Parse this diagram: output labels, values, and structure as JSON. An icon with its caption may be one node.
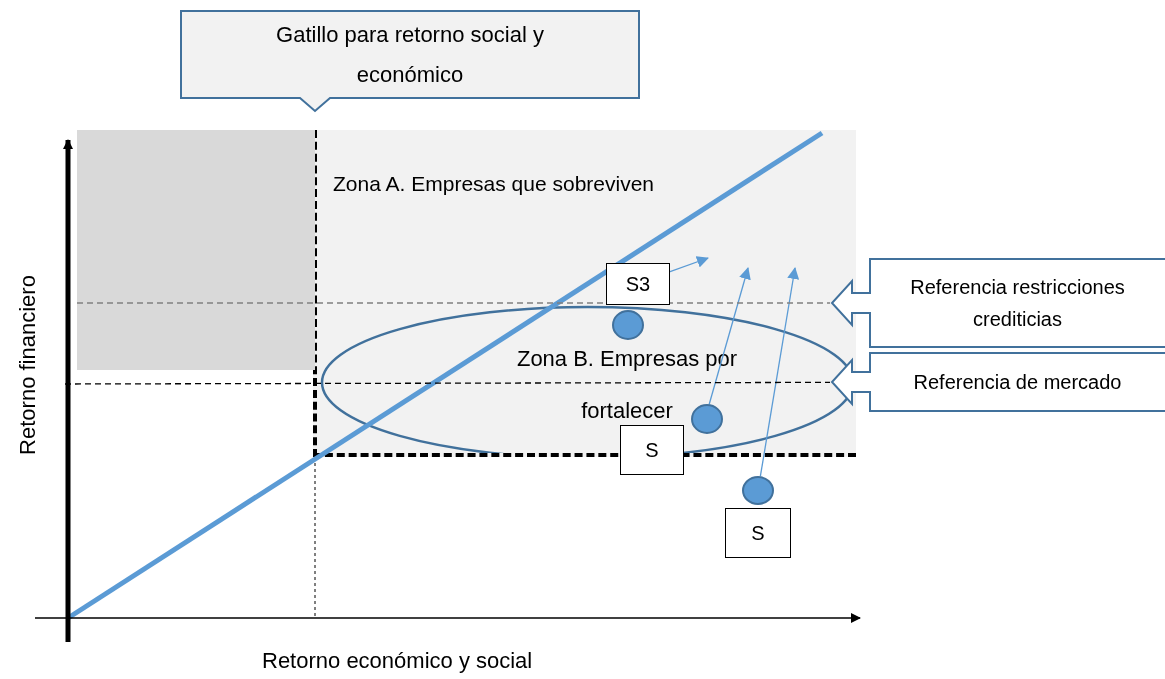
{
  "diagram": {
    "nodes": [
      {
        "text": [
          "Gatillo para retorno social y económico"
        ]
      },
      {
        "text": [
          "Zona A. Empresas que sobreviven"
        ]
      },
      {
        "text": [
          "Zona B. Empresas por fortalecer"
        ],
        "in": 1
      },
      {
        "text": [
          "S3"
        ],
        "in": 1
      },
      {
        "text": [],
        "shape": "circle",
        "in": 2
      },
      {
        "text": [
          "S"
        ]
      },
      {
        "text": [],
        "shape": "circle",
        "in": 2
      },
      {
        "text": [
          "S"
        ]
      },
      {
        "text": [],
        "shape": "circle"
      },
      {
        "text": [
          "Referencia restricciones crediticias"
        ]
      },
      {
        "text": [
          "Referencia de mercado"
        ]
      },
      {
        "text": [],
        "shape": "box"
      }
    ],
    "edges": [
      {
        "from": 3,
        "to": null,
        "arrow": "to"
      },
      {
        "from": 6,
        "to": null,
        "arrow": "to"
      },
      {
        "from": 8,
        "to": null,
        "arrow": "to"
      },
      {
        "from": 11,
        "to": 9,
        "arrow": "none",
        "style": "dashed",
        "color": "#808080"
      },
      {
        "from": null,
        "to": 10,
        "arrow": "none",
        "style": "dashed",
        "color": "#000000"
      }
    ],
    "labels": [
      "Retorno financiero",
      "Retorno económico y social"
    ]
  }
}
